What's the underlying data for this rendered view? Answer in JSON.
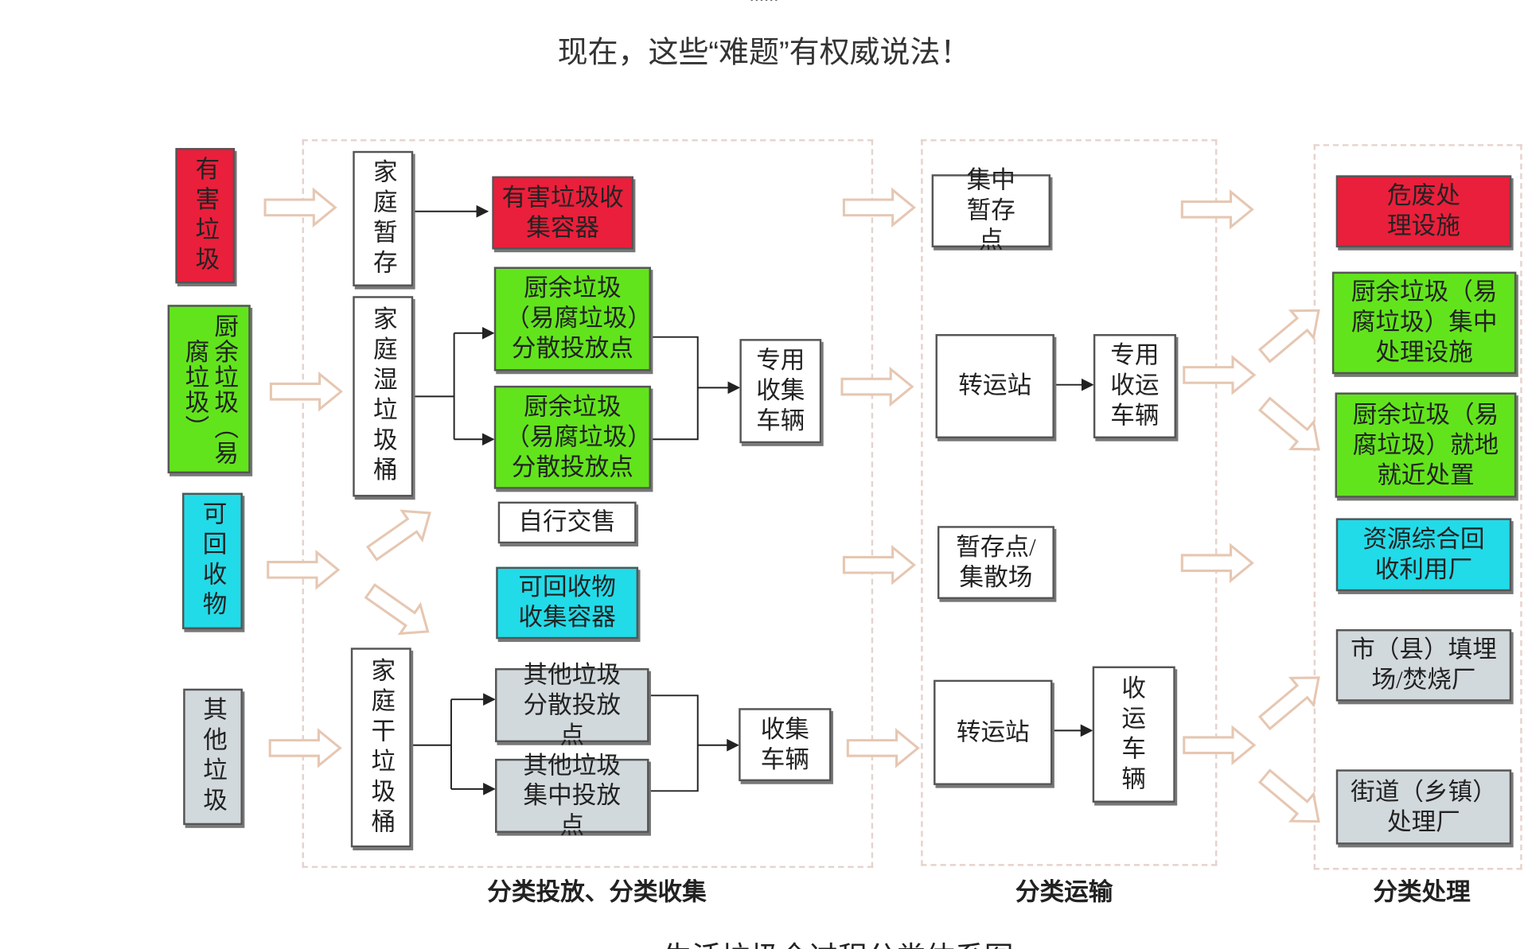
{
  "header": {
    "dots": "......",
    "title": "现在，这些“难题”有权威说法！"
  },
  "sources": {
    "hazardous": "有害垃圾",
    "kitchen": "厨余垃圾（易腐垃圾）",
    "recyclable": "可回收物",
    "other": "其他垃圾"
  },
  "collection": {
    "home_temp": "家庭暂存",
    "hazard_container": "有害垃圾收集容器",
    "wet_bin": "家庭湿垃圾桶",
    "kitchen_point_1": "厨余垃圾（易腐垃圾）分散投放点",
    "kitchen_point_2": "厨余垃圾（易腐垃圾）分散投放点",
    "self_sale": "自行交售",
    "recycle_container": "可回收物收集容器",
    "special_vehicle": "专用收集车辆",
    "dry_bin": "家庭干垃圾桶",
    "other_scattered": "其他垃圾分散投放点",
    "other_central": "其他垃圾集中投放点",
    "collect_vehicle": "收集车辆"
  },
  "transport": {
    "central_temp": "集中暂存点",
    "transfer_1": "转运站",
    "special_transport_vehicle": "专用收运车辆",
    "temp_yard": "暂存点/集散场",
    "transfer_2": "转运站",
    "transport_vehicle": "收运车辆"
  },
  "treatment": {
    "hazard_facility": "危废处理设施",
    "kitchen_central": "厨余垃圾（易腐垃圾）集中处理设施",
    "kitchen_local": "厨余垃圾（易腐垃圾）就地就近处置",
    "recycle_plant": "资源综合回收利用厂",
    "landfill": "市（县）填埋场/焚烧厂",
    "street_plant": "街道（乡镇）处理厂"
  },
  "sections": {
    "collection": "分类投放、分类收集",
    "transport": "分类运输",
    "treatment": "分类处理"
  },
  "caption": "生活垃圾全过程分类体系图",
  "colors": {
    "hazardous": "#ea1f3b",
    "kitchen": "#62e41c",
    "recyclable": "#22dbe8",
    "other": "#d2d9dc",
    "arrow": "#e6c7b2"
  }
}
